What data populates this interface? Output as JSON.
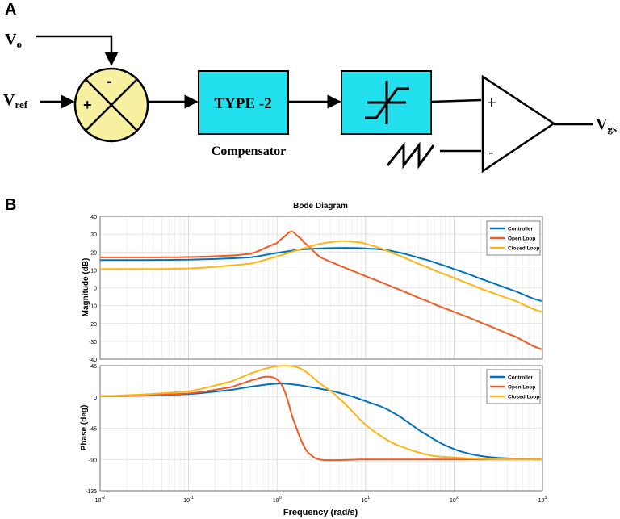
{
  "panel_a": {
    "label": "A",
    "inputs": {
      "vo": "V",
      "vo_sub": "o",
      "vref": "V",
      "vref_sub": "ref"
    },
    "summer": {
      "minus_top": "-",
      "plus_left": "+"
    },
    "compensator": {
      "block_text": "TYPE -2",
      "caption": "Compensator"
    },
    "comparator": {
      "plus": "+",
      "minus": "-"
    },
    "output": {
      "name": "V",
      "sub": "gs"
    },
    "colors": {
      "block_fill": "#22e0ee",
      "summer_fill": "#f7f0a0",
      "line": "#000000"
    },
    "icons": [
      "summing-junction-icon",
      "limiter-icon",
      "sawtooth-icon",
      "comparator-icon"
    ]
  },
  "panel_b": {
    "label": "B",
    "title": "Bode Diagram",
    "xlabel": "Frequency  (rad/s)",
    "magnitude_ylabel": "Magnitude (dB)",
    "phase_ylabel": "Phase (deg)",
    "x_ticks": [
      {
        "base": "10",
        "exp": "-2"
      },
      {
        "base": "10",
        "exp": "-1"
      },
      {
        "base": "10",
        "exp": "0"
      },
      {
        "base": "10",
        "exp": "1"
      },
      {
        "base": "10",
        "exp": "2"
      },
      {
        "base": "10",
        "exp": "3"
      }
    ],
    "legend_magnitude": [
      "Controller",
      "Open Loop",
      "Closed Loop"
    ],
    "legend_phase": [
      "Controller",
      "Open Loop",
      "Closed Loop"
    ],
    "colors": {
      "controller": "#0072bd",
      "open_loop": "#f15a24",
      "closed_loop": "#fdb515"
    }
  },
  "chart_data": [
    {
      "type": "line",
      "title": "Bode Diagram",
      "xlabel": "Frequency  (rad/s)",
      "ylabel": "Magnitude (dB)",
      "xscale": "log",
      "xlim": [
        0.01,
        1000
      ],
      "ylim": [
        -40,
        40
      ],
      "y_ticks": [
        40,
        30,
        20,
        10,
        0,
        -10,
        -20,
        -30,
        -40
      ],
      "grid": true,
      "legend": "top-right",
      "series": [
        {
          "name": "Controller",
          "x": [
            0.01,
            0.1,
            0.5,
            1,
            2,
            5,
            10,
            20,
            50,
            100,
            200,
            500,
            1000
          ],
          "y": [
            15.5,
            15.7,
            17,
            19.5,
            21.5,
            22.3,
            22,
            20.5,
            15.5,
            10.5,
            5,
            -2,
            -7.5
          ]
        },
        {
          "name": "Open Loop",
          "x": [
            0.01,
            0.1,
            0.5,
            1,
            1.2,
            1.45,
            1.7,
            2,
            3,
            5,
            10,
            20,
            50,
            100,
            200,
            500,
            1000
          ],
          "y": [
            17,
            17.2,
            19,
            25,
            28.5,
            31.5,
            29,
            25.5,
            17.5,
            12.5,
            6.5,
            0.5,
            -7.5,
            -13.5,
            -19.5,
            -27.5,
            -34.5
          ]
        },
        {
          "name": "Closed Loop",
          "x": [
            0.01,
            0.1,
            0.5,
            1,
            2,
            3,
            5,
            7,
            10,
            20,
            50,
            100,
            200,
            500,
            1000
          ],
          "y": [
            10.5,
            10.8,
            13.5,
            17.5,
            22,
            24.5,
            26,
            25.8,
            24.5,
            19.5,
            11.5,
            5.5,
            -0.5,
            -7.5,
            -13.5
          ]
        }
      ]
    },
    {
      "type": "line",
      "xlabel": "Frequency  (rad/s)",
      "ylabel": "Phase (deg)",
      "xscale": "log",
      "xlim": [
        0.01,
        1000
      ],
      "ylim": [
        -135,
        45
      ],
      "y_ticks": [
        45,
        0,
        -45,
        -90,
        -135
      ],
      "grid": true,
      "legend": "top-right",
      "series": [
        {
          "name": "Controller",
          "x": [
            0.01,
            0.1,
            0.3,
            0.6,
            1,
            1.5,
            3,
            5,
            10,
            20,
            50,
            100,
            200,
            500,
            1000
          ],
          "y": [
            1,
            4,
            10,
            16,
            19,
            18,
            12,
            6,
            -6,
            -22,
            -55,
            -75,
            -85,
            -89,
            -90
          ]
        },
        {
          "name": "Open Loop",
          "x": [
            0.01,
            0.1,
            0.3,
            0.6,
            0.8,
            1,
            1.2,
            1.5,
            2,
            2.5,
            3,
            4,
            10,
            100,
            1000
          ],
          "y": [
            1,
            5,
            14,
            26,
            29,
            25,
            10,
            -30,
            -70,
            -85,
            -90,
            -91,
            -90,
            -90,
            -90
          ]
        },
        {
          "name": "Closed Loop",
          "x": [
            0.01,
            0.1,
            0.3,
            0.6,
            1,
            1.5,
            2,
            3,
            5,
            10,
            20,
            50,
            100,
            200,
            500,
            1000
          ],
          "y": [
            1,
            8,
            22,
            37,
            44,
            44,
            38,
            20,
            -2,
            -40,
            -66,
            -83,
            -87,
            -89,
            -90,
            -90
          ]
        }
      ]
    }
  ]
}
